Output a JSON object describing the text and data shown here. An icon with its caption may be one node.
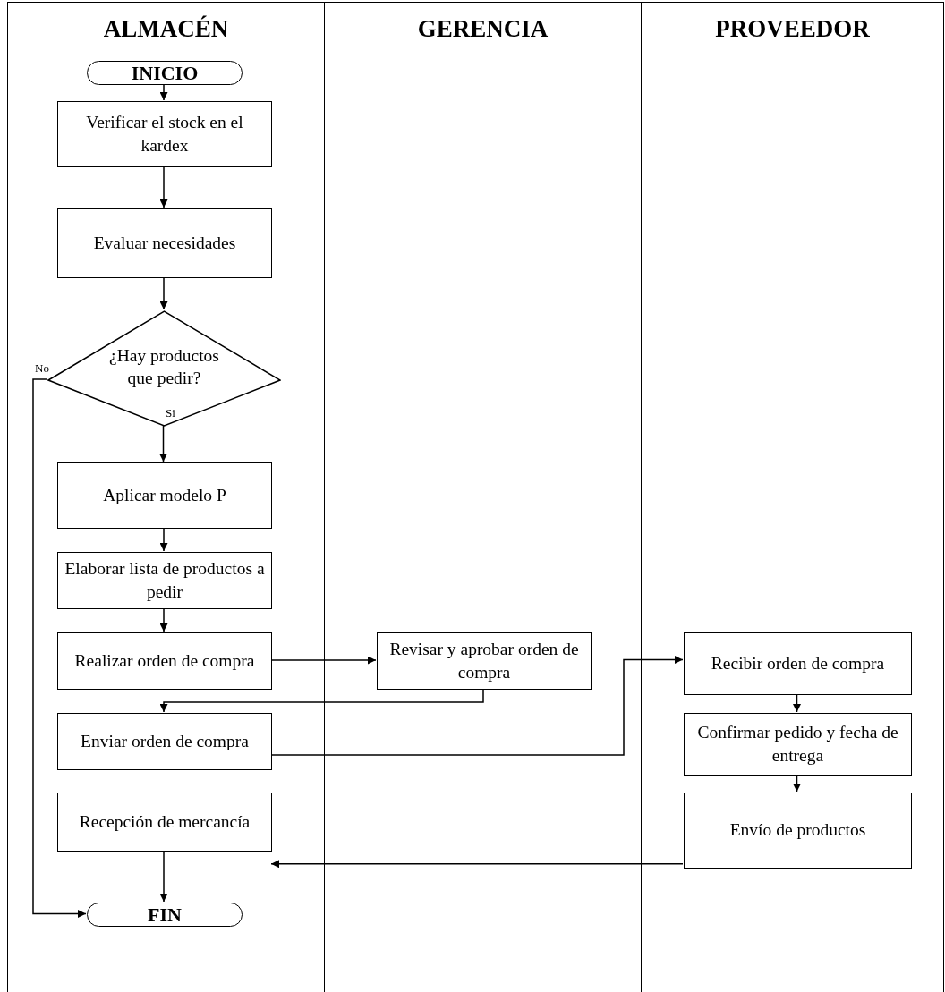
{
  "diagram": {
    "nodes": [
      {
        "text": [
          "ALMACÉN"
        ]
      },
      {
        "text": [
          "GERENCIA"
        ]
      },
      {
        "text": [
          "PROVEEDOR"
        ]
      },
      {
        "text": [
          "INICIO"
        ],
        "in": 0
      },
      {
        "text": [
          "Verificar el stock en el kardex"
        ],
        "in": 0
      },
      {
        "text": [
          "Evaluar necesidades"
        ],
        "in": 0
      },
      {
        "text": [
          "¿Hay productos que pedir?"
        ],
        "in": 0
      },
      {
        "text": [
          "Aplicar modelo P"
        ],
        "in": 0
      },
      {
        "text": [
          "Elaborar lista de productos a pedir"
        ],
        "in": 0
      },
      {
        "text": [
          "Realizar orden de compra"
        ],
        "in": 0
      },
      {
        "text": [
          "Revisar y aprobar orden de compra"
        ],
        "in": 1
      },
      {
        "text": [
          "Enviar orden de compra"
        ],
        "in": 0
      },
      {
        "text": [
          "Recibir orden de compra"
        ],
        "in": 2
      },
      {
        "text": [
          "Confirmar pedido y fecha de entrega"
        ],
        "in": 2
      },
      {
        "text": [
          "Envío de productos"
        ],
        "in": 2
      },
      {
        "text": [
          "Recepción de mercancía"
        ],
        "in": 0
      },
      {
        "text": [
          "FIN"
        ],
        "in": 0
      }
    ],
    "edges": [
      {
        "from": 3,
        "to": 4,
        "arrow": "to"
      },
      {
        "from": 4,
        "to": 5,
        "arrow": "to"
      },
      {
        "from": 5,
        "to": 6,
        "arrow": "to"
      },
      {
        "from": 6,
        "to": 7,
        "arrow": "to",
        "label": "Si"
      },
      {
        "from": 7,
        "to": 8,
        "arrow": "to"
      },
      {
        "from": 8,
        "to": 9,
        "arrow": "to"
      },
      {
        "from": 9,
        "to": 10,
        "arrow": "to"
      },
      {
        "from": 10,
        "to": 11,
        "arrow": "to"
      },
      {
        "from": 11,
        "to": 12,
        "arrow": "to"
      },
      {
        "from": 12,
        "to": 13,
        "arrow": "to"
      },
      {
        "from": 13,
        "to": 14,
        "arrow": "to"
      },
      {
        "from": 14,
        "to": 15,
        "arrow": "to"
      },
      {
        "from": 15,
        "to": 16,
        "arrow": "to"
      },
      {
        "from": 6,
        "to": 16,
        "arrow": "to",
        "label": "No"
      }
    ]
  }
}
